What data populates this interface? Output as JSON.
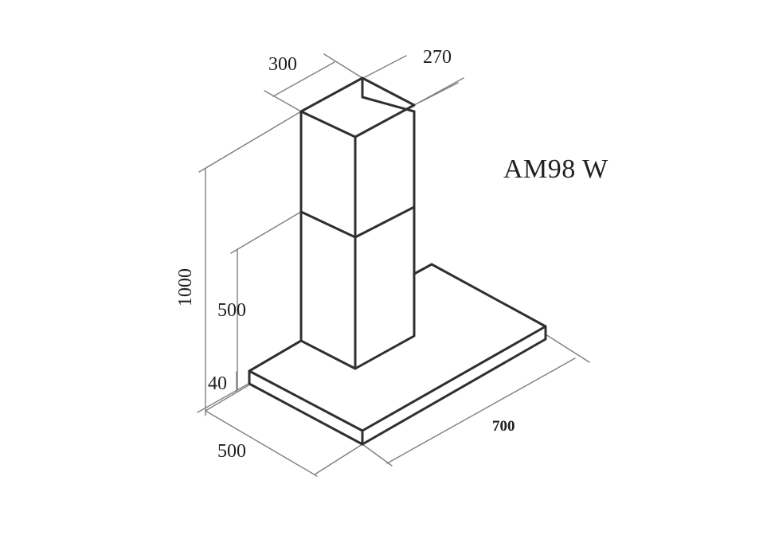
{
  "model": "AM98 W",
  "dimensions": {
    "chimney_width": "300",
    "chimney_depth": "270",
    "total_height": "1000",
    "chimney_section_height": "500",
    "canopy_thickness": "40",
    "canopy_depth": "500",
    "canopy_width": "700"
  },
  "colors": {
    "line": "#2f2f2f",
    "dimension_line": "#7f7f7f",
    "text": "#202020",
    "background": "#ffffff"
  }
}
